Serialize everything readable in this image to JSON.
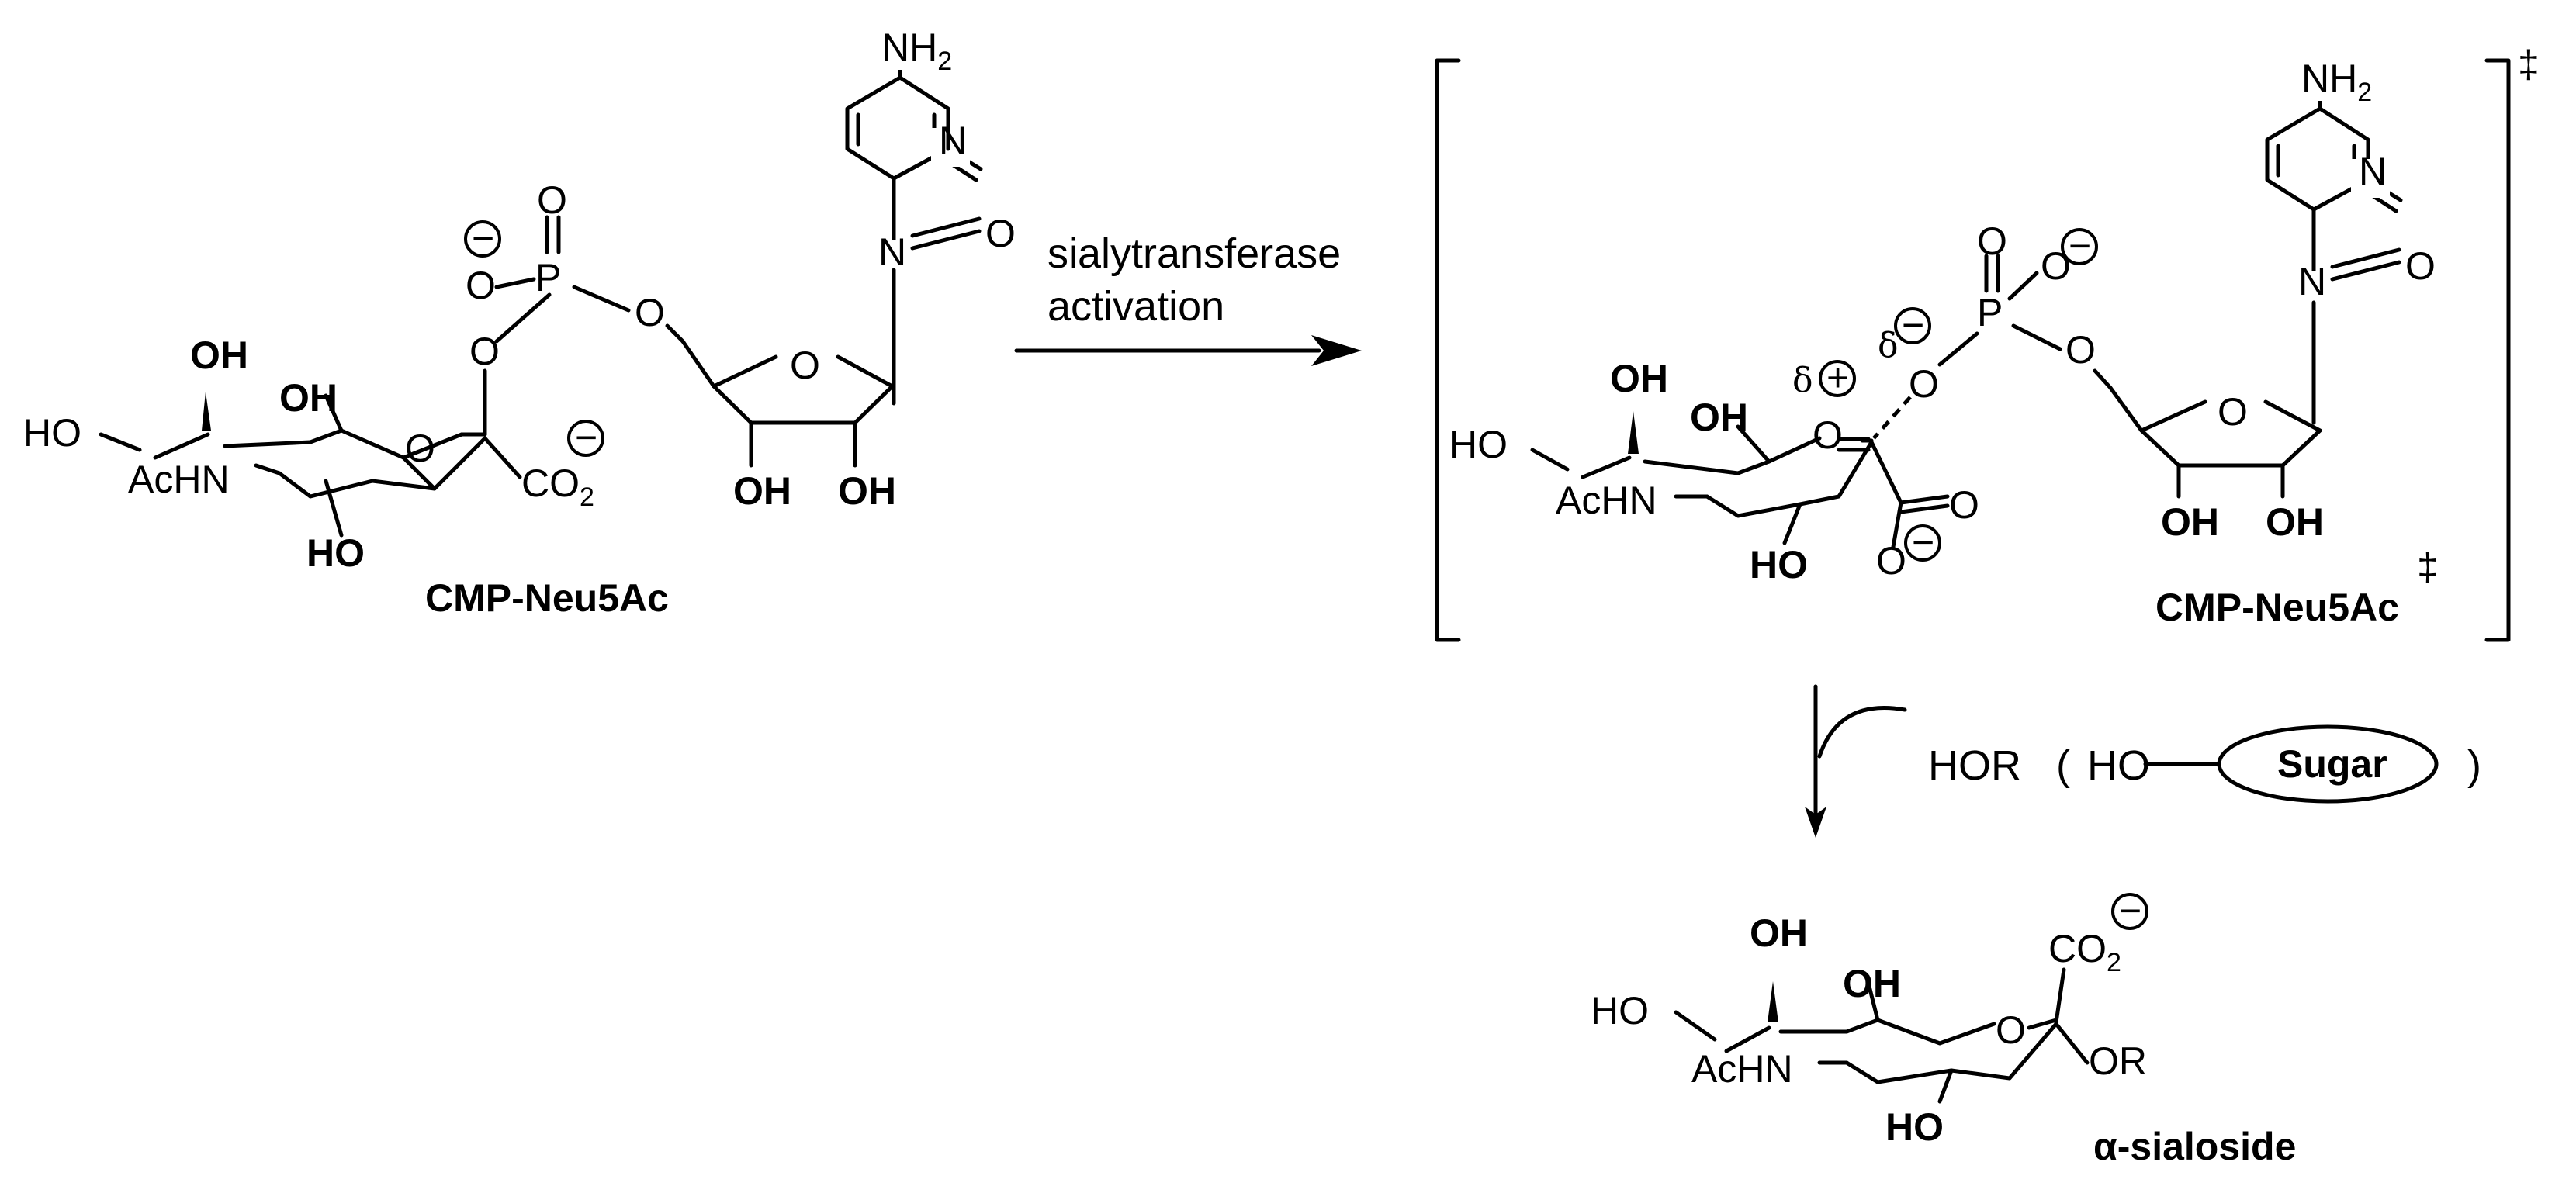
{
  "reaction_arrow": {
    "line1": "sialytransferase",
    "line2": "activation"
  },
  "labels": {
    "reactant": "CMP-Neu5Ac",
    "transition_state": "CMP-Neu5Ac",
    "ts_mark": "‡",
    "bracket_mark": "‡",
    "product": "α-sialoside"
  },
  "nucleophile": {
    "hor": "HOR",
    "open_paren": "(",
    "ho": "HO",
    "sugar": "Sugar",
    "close_paren": ")"
  },
  "atoms": {
    "nh2": "NH",
    "two": "2",
    "n": "N",
    "o": "O",
    "p": "P",
    "oh": "OH",
    "ho": "HO",
    "achn": "AcHN",
    "co2": "CO",
    "or": "OR",
    "delta": "δ",
    "plus": "+",
    "minus": "−"
  }
}
